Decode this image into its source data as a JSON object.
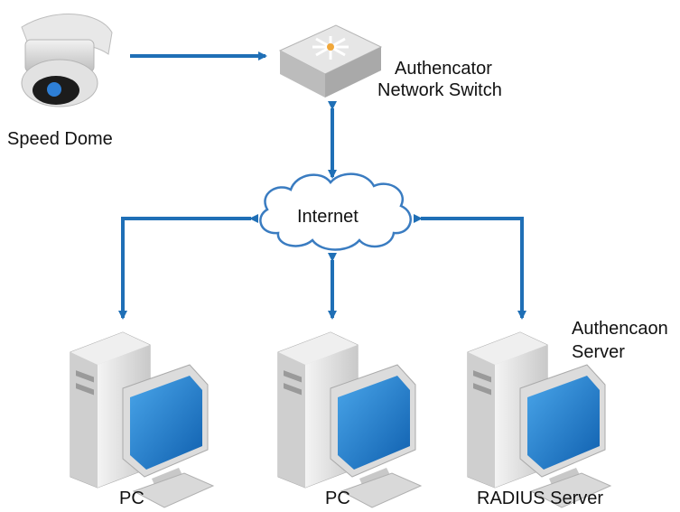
{
  "nodes": {
    "speed_dome": {
      "label": "Speed Dome"
    },
    "switch": {
      "label_line1": "Authencator",
      "label_line2": "Network Switch"
    },
    "internet": {
      "label": "Internet"
    },
    "pc1": {
      "label": "PC"
    },
    "pc2": {
      "label": "PC"
    },
    "radius": {
      "label": "RADIUS Server",
      "caption_line1": "Authencaon",
      "caption_line2": "Server"
    }
  },
  "colors": {
    "arrow": "#1f6fb6",
    "screen": "#1c7fd0",
    "case": "#e4e4e4",
    "cloud_stroke": "#3a7cc1"
  }
}
